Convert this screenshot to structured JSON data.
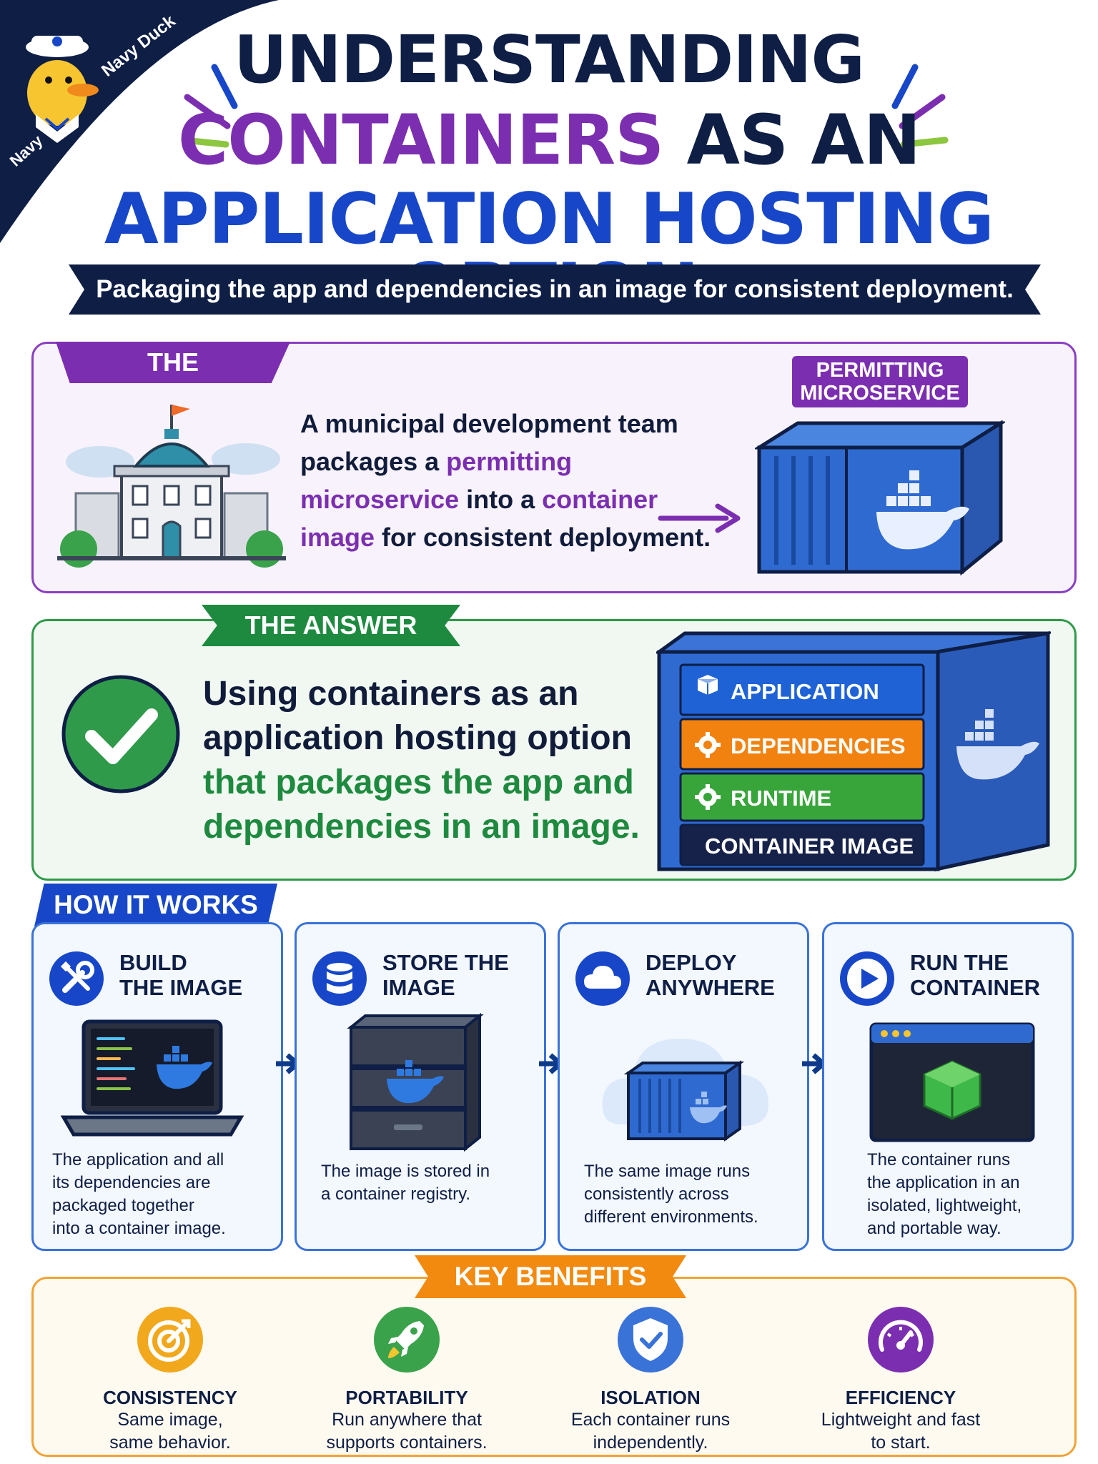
{
  "brand": {
    "name": "Navy Duck",
    "side_label": "Navy"
  },
  "title": {
    "line1": "UNDERSTANDING",
    "line2_accent": "CONTAINERS",
    "line2_rest": " AS AN",
    "line3": "APPLICATION HOSTING OPTION"
  },
  "subtitle": "Packaging the app and dependencies in an image for consistent deployment.",
  "scenario": {
    "tag": "THE SCENARIO",
    "badge_line1": "PERMITTING",
    "badge_line2": "MICROSERVICE",
    "text_1": "A municipal development team packages a ",
    "text_hl1": "permitting microservice",
    "text_2": " into a ",
    "text_hl2": "container image",
    "text_3": " for consistent deployment."
  },
  "answer": {
    "tag": "THE ANSWER",
    "text_main": "Using containers as an application hosting option ",
    "text_green": "that packages the app and dependencies in an image.",
    "layers": {
      "application": "APPLICATION",
      "dependencies": "DEPENDENCIES",
      "runtime": "RUNTIME",
      "image": "CONTAINER IMAGE"
    }
  },
  "how": {
    "tag": "HOW IT WORKS",
    "steps": [
      {
        "title1": "BUILD",
        "title2": "THE IMAGE",
        "desc": [
          "The application and all",
          "its dependencies are",
          "packaged together",
          "into a container image."
        ],
        "icon": "wrench-screwdriver-icon"
      },
      {
        "title1": "STORE THE",
        "title2": "IMAGE",
        "desc": [
          "The image is stored in",
          "a container registry."
        ],
        "icon": "database-icon"
      },
      {
        "title1": "DEPLOY",
        "title2": "ANYWHERE",
        "desc": [
          "The same image runs",
          "consistently across",
          "different environments."
        ],
        "icon": "cloud-icon"
      },
      {
        "title1": "RUN THE",
        "title2": "CONTAINER",
        "desc": [
          "The container runs",
          "the application in an",
          "isolated, lightweight,",
          "and portable way."
        ],
        "icon": "play-icon"
      }
    ]
  },
  "benefits": {
    "tag": "KEY BENEFITS",
    "items": [
      {
        "title": "CONSISTENCY",
        "desc1": "Same image,",
        "desc2": "same behavior.",
        "icon": "target-icon",
        "color": "#f2a81c"
      },
      {
        "title": "PORTABILITY",
        "desc1": "Run anywhere that",
        "desc2": "supports containers.",
        "icon": "rocket-icon",
        "color": "#3aa24a"
      },
      {
        "title": "ISOLATION",
        "desc1": "Each container runs",
        "desc2": "independently.",
        "icon": "shield-check-icon",
        "color": "#3a73d8"
      },
      {
        "title": "EFFICIENCY",
        "desc1": "Lightweight and fast",
        "desc2": "to start.",
        "icon": "speedometer-icon",
        "color": "#7b2fb0"
      }
    ]
  },
  "colors": {
    "navy": "#0e1e45",
    "purple": "#7b2fb0",
    "blue": "#1747c8",
    "green": "#1e8a3f",
    "orange": "#f28a10"
  }
}
